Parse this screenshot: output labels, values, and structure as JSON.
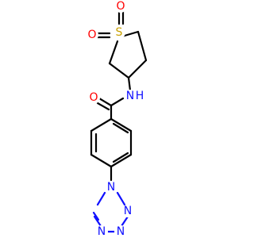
{
  "molecule": {
    "atoms": [
      {
        "id": "O1",
        "label": "O",
        "color": "#ff0000"
      },
      {
        "id": "S1",
        "label": "S",
        "color": "#c8a000"
      },
      {
        "id": "O2",
        "label": "O",
        "color": "#ff0000"
      },
      {
        "id": "O3",
        "label": "O",
        "color": "#ff0000"
      },
      {
        "id": "N1",
        "label": "N",
        "color": "#1010ff"
      },
      {
        "id": "H1",
        "label": "H",
        "color": "#1010ff"
      },
      {
        "id": "N2",
        "label": "N",
        "color": "#1010ff"
      },
      {
        "id": "N3",
        "label": "N",
        "color": "#1010ff"
      },
      {
        "id": "N4",
        "label": "N",
        "color": "#1010ff"
      },
      {
        "id": "N5",
        "label": "N",
        "color": "#1010ff"
      }
    ],
    "colors": {
      "bond": "#000000",
      "oxygen": "#ff0000",
      "nitrogen": "#1010ff",
      "sulfur": "#c8a000"
    }
  }
}
